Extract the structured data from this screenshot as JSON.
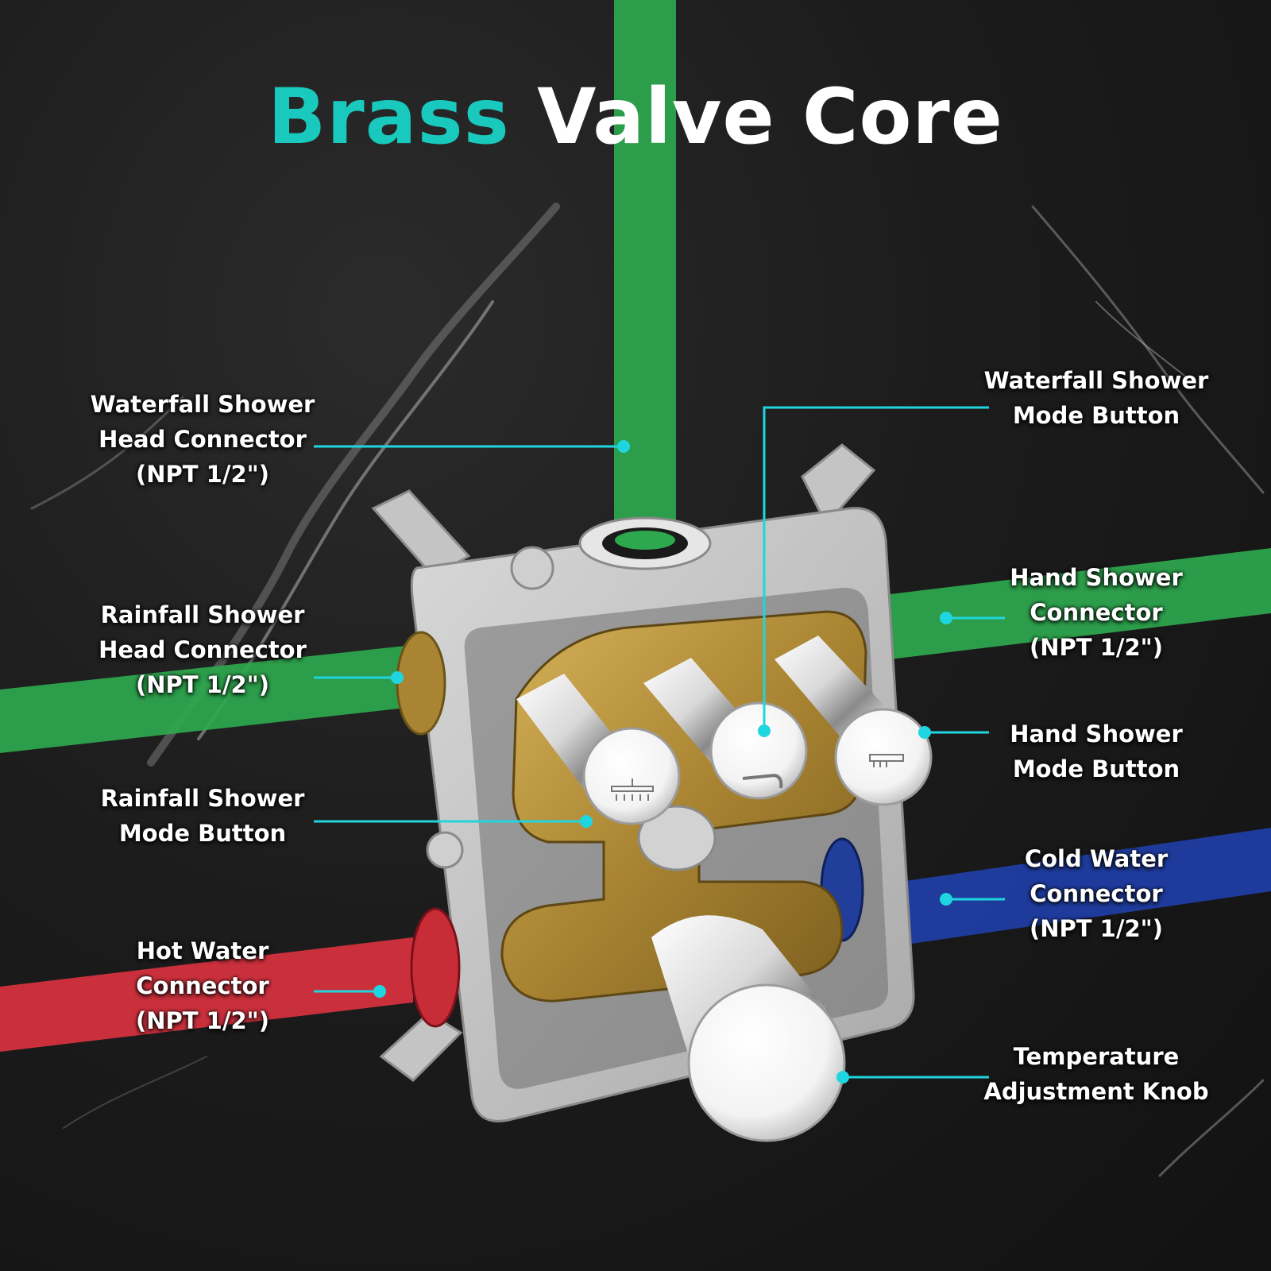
{
  "title": {
    "accent": "Brass",
    "main": "Valve Core"
  },
  "colors": {
    "accent": "#19c9bd",
    "leader": "#1fd6e0",
    "pipe_green": "#2ea84e",
    "pipe_red": "#d8323f",
    "pipe_blue": "#1f3fa8",
    "brass": "#b8923c",
    "housing": "#bfbfbf"
  },
  "labels": {
    "waterfall_connector": {
      "l1": "Waterfall Shower",
      "l2": "Head Connector",
      "l3": "(NPT 1/2\")"
    },
    "rainfall_connector": {
      "l1": "Rainfall Shower",
      "l2": "Head Connector",
      "l3": "(NPT 1/2\")"
    },
    "rainfall_button": {
      "l1": "Rainfall Shower",
      "l2": "Mode Button"
    },
    "hot_connector": {
      "l1": "Hot Water",
      "l2": "Connector",
      "l3": "(NPT 1/2\")"
    },
    "waterfall_button": {
      "l1": "Waterfall Shower",
      "l2": "Mode Button"
    },
    "hand_connector": {
      "l1": "Hand Shower",
      "l2": "Connector",
      "l3": "(NPT 1/2\")"
    },
    "hand_button": {
      "l1": "Hand Shower",
      "l2": "Mode Button"
    },
    "cold_connector": {
      "l1": "Cold Water",
      "l2": "Connector",
      "l3": "(NPT 1/2\")"
    },
    "temp_knob": {
      "l1": "Temperature",
      "l2": "Adjustment Knob"
    }
  }
}
